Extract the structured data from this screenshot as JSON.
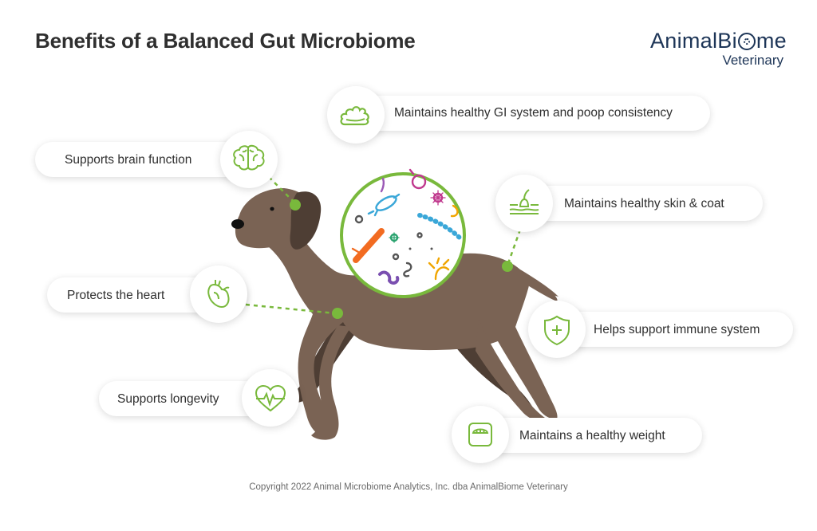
{
  "title": "Benefits of a Balanced Gut Microbiome",
  "logo": {
    "main_pre": "AnimalBi",
    "main_post": "me",
    "sub": "Veterinary"
  },
  "benefits": {
    "gi": "Maintains healthy GI system and poop consistency",
    "brain": "Supports brain function",
    "skin": "Maintains healthy skin & coat",
    "heart": "Protects the heart",
    "immune": "Helps support immune system",
    "longevity": "Supports longevity",
    "weight": "Maintains a healthy weight"
  },
  "icons": {
    "gi": "poop-icon",
    "brain": "brain-icon",
    "skin": "skin-hair-icon",
    "heart": "heart-icon",
    "immune": "shield-plus-icon",
    "longevity": "heartbeat-icon",
    "weight": "scale-icon"
  },
  "colors": {
    "accent": "#79b93c",
    "dog": "#7a6354",
    "dog_dark": "#4e3e34",
    "title": "#2f2f2f",
    "logo": "#1d3557"
  },
  "copyright": "Copyright 2022 Animal Microbiome Analytics, Inc. dba AnimalBiome Veterinary"
}
